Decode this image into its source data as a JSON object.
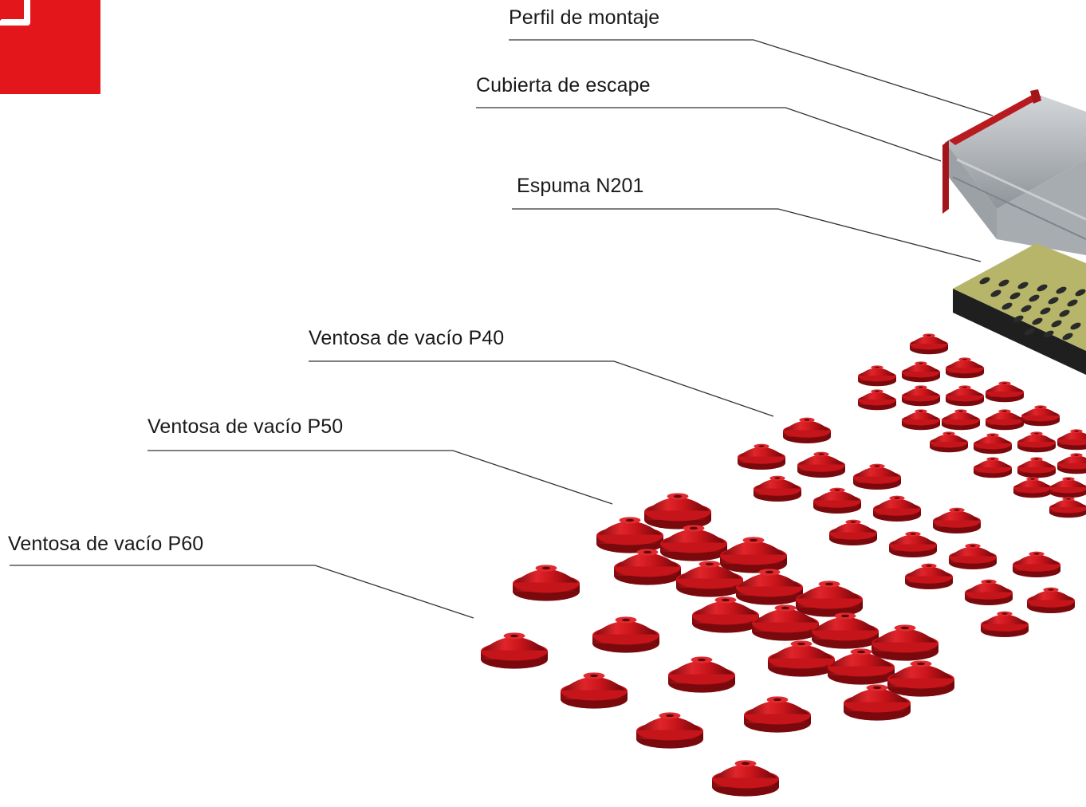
{
  "brand": {
    "color": "#e3161b"
  },
  "callouts": [
    {
      "id": "perfil",
      "text": "Perfil de montaje"
    },
    {
      "id": "cubierta",
      "text": "Cubierta de escape"
    },
    {
      "id": "espuma",
      "text": "Espuma N201"
    },
    {
      "id": "p40",
      "text": "Ventosa de vacío P40"
    },
    {
      "id": "p50",
      "text": "Ventosa de vacío P50"
    },
    {
      "id": "p60",
      "text": "Ventosa de vacío P60"
    }
  ],
  "colors": {
    "suction_cup": "#d0141b",
    "profile": "#b4b8bd",
    "end_cap": "#a31519",
    "foam_top": "#b7b56a",
    "foam_base": "#1f1f1f",
    "leader_line": "#333333"
  }
}
